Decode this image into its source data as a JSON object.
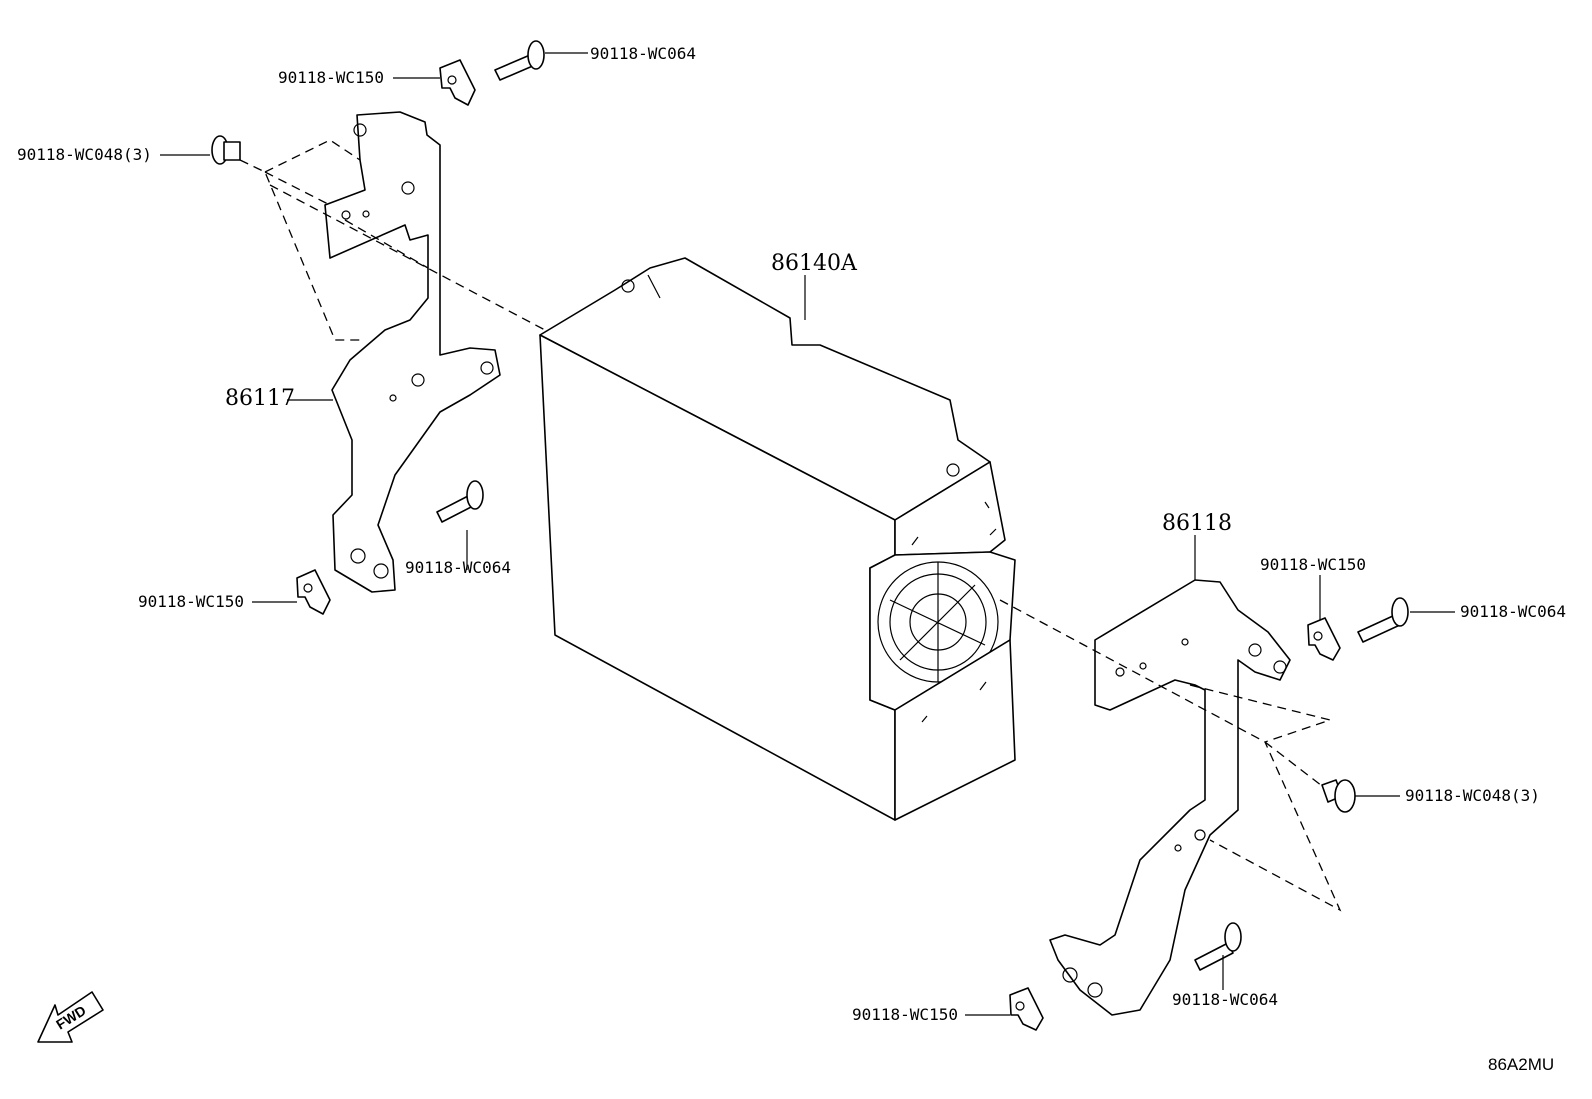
{
  "diagram": {
    "code": "86A2MU",
    "fwd_label": "FWD",
    "parts": {
      "unit": "86140A",
      "bracket_left": "86117",
      "bracket_right": "86118"
    },
    "callouts": {
      "tl_nut": "90118-WC150",
      "tl_bolt": "90118-WC064",
      "tl_screw": "90118-WC048(3)",
      "ml_bolt": "90118-WC064",
      "bl_nut": "90118-WC150",
      "rt_nut": "90118-WC150",
      "rt_bolt": "90118-WC064",
      "rm_screw": "90118-WC048(3)",
      "br_bolt": "90118-WC064",
      "bc_nut": "90118-WC150"
    }
  }
}
